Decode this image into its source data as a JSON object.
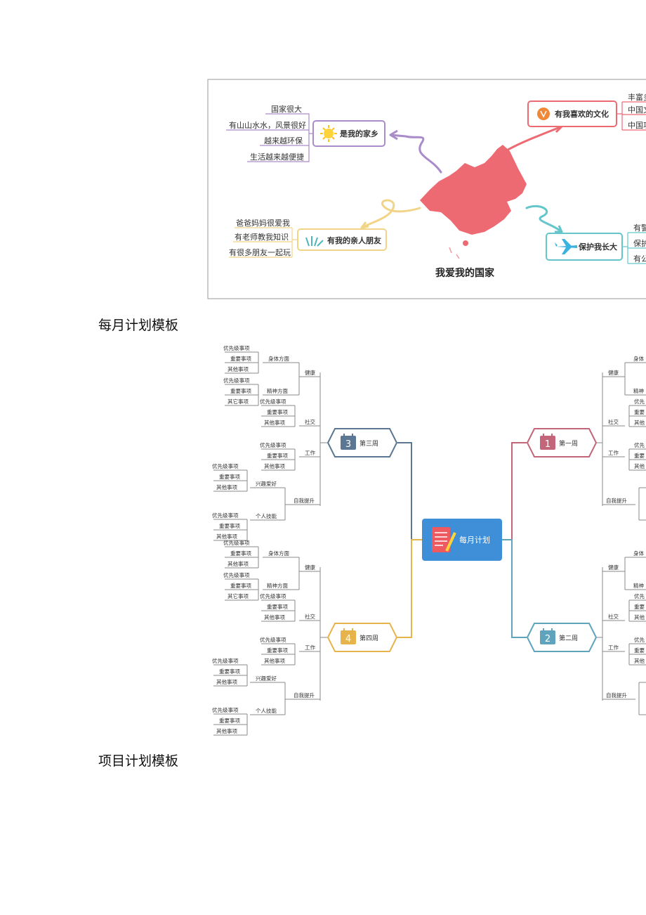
{
  "fig1": {
    "title": "我爱我的国家",
    "branches": {
      "hometown": {
        "label": "是我的家乡",
        "items": [
          "国家很大",
          "有山山水水，风景很好",
          "越来越环保",
          "生活越来越便捷"
        ]
      },
      "culture": {
        "label": "有我喜欢的文化",
        "items": [
          "丰富多",
          "中国文",
          "中国功"
        ]
      },
      "friends": {
        "label": "有我的亲人朋友",
        "items": [
          "爸爸妈妈很爱我",
          "有老师教我知识",
          "有很多朋友一起玩"
        ]
      },
      "protect": {
        "label": "保护我长大",
        "items": [
          "有警",
          "保护",
          "有公"
        ]
      }
    }
  },
  "heading1": "每月计划模板",
  "fig2": {
    "center": "每月计划",
    "weeks": {
      "w3": {
        "num": "3",
        "label": "第三周"
      },
      "w4": {
        "num": "4",
        "label": "第四周"
      },
      "w1": {
        "num": "1",
        "label": "第一周"
      },
      "w2": {
        "num": "2",
        "label": "第二周"
      }
    },
    "cats": {
      "health": "健康",
      "social": "社交",
      "work": "工作",
      "growth": "自我提升"
    },
    "subs": {
      "body": "身体方面",
      "mind": "精神方面",
      "hobby": "兴趣爱好",
      "skill": "个人技能"
    },
    "right_subs": {
      "body": "身体",
      "mind": "精神"
    },
    "items": {
      "p1": "优先级事项",
      "p2": "重要事项",
      "p3": "其他事项",
      "p3b": "其它事项"
    },
    "right_items": {
      "a": "优先",
      "b": "重要",
      "c": "其他"
    }
  },
  "heading2": "项目计划模板",
  "colors": {
    "w1": "#c4667a",
    "w2": "#5fa3bd",
    "w3": "#5b7793",
    "w4": "#e6b44a",
    "center": "#3f8fd8"
  }
}
